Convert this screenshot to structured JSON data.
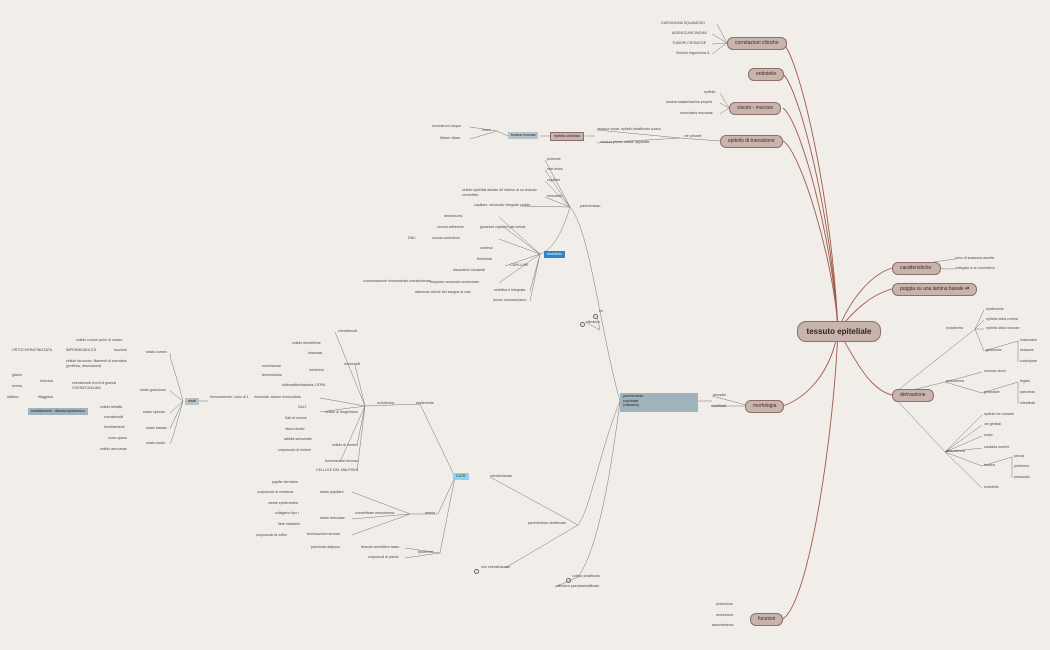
{
  "root": "tessuto epiteliale",
  "main": {
    "correlazioni": "correlazioni cliniche",
    "endotelio": "endotelio",
    "visceri": "visceri - mucose",
    "transizione": "epitelio di transizione",
    "caratteristiche": "caratteristiche:",
    "poggia": "poggia su una lamina basale",
    "derivazione": "derivazione",
    "morfologia": "morfologia",
    "funzioni": "funzioni"
  },
  "corr": [
    "CARCINOMA SQUAMOSO",
    "ADENOCARCINOMA",
    "TUMORI CROMOGE",
    "Sintomi ergonomia &"
  ],
  "visc": [
    "epitelio",
    "lamina basale/lamina propria",
    "muscolaris mucosae"
  ],
  "trans": {
    "vie": "vie urinarie",
    "vescica_v": "vescica vuota- epitelio stratificato cubico",
    "vescica_p": "vescica piena, cellule appiattite",
    "cilindrico": "epitelio cilindrico",
    "tonaca": "tonaca mucosa",
    "muco": "muco",
    "acqua": "mucinia e/o acque",
    "ciglia": "filtrare ciliare"
  },
  "car": [
    "privo di sostanza amorfa",
    "collegato a un connettivo"
  ],
  "der": {
    "ecto": "ectoderma",
    "ecto_items": [
      "epidermide",
      "epitelio della cornea",
      "epitelio della mucose"
    ],
    "ghiandole": "ghiandole",
    "ghi_items": [
      "mammarie",
      "sebacee",
      "sudoripare"
    ],
    "endo": "endoderma",
    "endo_items": [
      "mucose vicini",
      "ghiandole"
    ],
    "endo_ghi": [
      "fegato",
      "pancreas",
      "intestinali"
    ],
    "meso": "mesoderma",
    "meso_items": [
      "epitelio vie urinarie",
      "vie genitali",
      "ovaio",
      "cavità/la surreni",
      "tonaca",
      "endotelio"
    ],
    "tonaca_items": [
      "pleura",
      "peritoneo",
      "pericardio"
    ]
  },
  "morf": {
    "semplici": "semplici",
    "stratificati": "stratificati",
    "blue": "pavimentoso cuboidale (cilindrico)",
    "blue_lines": [
      "pavimentoso",
      "cuboidale",
      "(cilindrico)"
    ],
    "pavimentoso": "pavimentoso",
    "pav_items": [
      "polmone",
      "rete testis",
      "capillare",
      "mesotelio"
    ],
    "cellule_ep": "cellule epiteliali aiutate all' interno di un tessuto connettivo",
    "capillare_item": "capillare, sinusoidi, integrale cellule",
    "endotelio": "endotelio",
    "desmosomi": "desmosomi",
    "zonula": "zonula adherens",
    "giunzioni": "giunzioni capillare più cellule",
    "zonula_occ": "zonula occludens",
    "dnc": "DNC",
    "capillari": "CAPILLARI",
    "cap_items": [
      "continui",
      "fenestrati",
      "discontinui sinusoidi"
    ],
    "comunicazione": "comunicazione intraluminale-extraluminale",
    "trasporto": "trasporto vescicole-vescicolare",
    "selettiva": "selettiva e integrata",
    "adesione": "adesione cellule del sangue ai vasi",
    "lavoro": "lavoro meccanisismo",
    "cilindrico_s": "cilindrico",
    "es": "es",
    "pav_strat": "pavimentoso stratificato",
    "cheratinizzato": "cheratinizzato",
    "non_cher": "non cheratinizzato",
    "cubico": "cubico stratificato",
    "cil_pseudo": "cilindrico pseudostratificato"
  },
  "cute": {
    "cute": "CUTE",
    "epidermide": "epidermide",
    "derma": "derma",
    "ipoderma": "ipoderma",
    "ectoderma": "ectoderma",
    "cheratinociti": "cheratinociti",
    "melanociti": "melanociti",
    "mel_items": [
      "cellule dendritiche",
      "tirosinasi",
      "melanina",
      "eumelanina",
      "feomelanina",
      "diidrossifenilalanina, DOPA"
    ],
    "langerhans": "cellule di langerhans",
    "immunita": "immunità, azione monocitaria",
    "lang_items": [
      "SALT",
      "Sali di corone",
      "ribosi citolisi"
    ],
    "merkel": "cellule di merkel",
    "merk_items": [
      "attività sensoriale",
      "corpuscolo di merkel"
    ],
    "terminazioni": "terminazioni nervose",
    "malpighi": "CELLULE DEL MALPIGHI",
    "conn_meso": "connettivale mesoderma",
    "strato_pap": "strato papillare",
    "pap_items": [
      "papille dermiche",
      "corpuscolo di meissner",
      "creste epidermiche"
    ],
    "strato_ret": "strato reticolare",
    "ret_items": [
      "collageno tipo I",
      "fibre elastiche",
      "corpuscolo di ruffini"
    ],
    "term_nervose": "terminazioni nervose",
    "tessuto_conn": "tessuto connettivo lasso",
    "pannicolo": "pannicolo adiposo",
    "pacini": "corpuscoli di pacini"
  },
  "strati": {
    "strati": "strati",
    "intro": "rinnovamento / ciclo di 1",
    "corneo": "strato corneo",
    "corneo_items": [
      "cellule cornee prive di nucleo",
      "funzioni:",
      "IMPERMEABILITÀ",
      "cellule lacunose, filamenti di cheratina (profilina, desmosomi)"
    ],
    "ortocher": "ORTOCHERATINIZZATA",
    "granuloso": "strato granuloso",
    "gran_items": [
      "cheratinociti ricchi di granuli CHERATOIALINA",
      "loricrina",
      "filaggrina"
    ],
    "gran_left": [
      "glicine",
      "serina",
      "istidina"
    ],
    "spinoso": "strato spinoso",
    "spin_items": [
      "cellule tetraffa",
      "cheratinociti",
      "tonofilamenti"
    ],
    "basale": "strato basale",
    "lucido": "strato lucido",
    "luc_items": [
      "zona opaca",
      "cellule anucleate"
    ],
    "sbox": "tonofilamenti - diventa epidermico"
  },
  "funz": [
    "protezione",
    "secrezione",
    "assorbimento"
  ],
  "colors": {
    "node": "#c9b3ad",
    "border": "#8d6e69",
    "line": "#a0594b",
    "blue": "#9fb3bd",
    "cute": "#8ed3ec",
    "epitel": "#2e86c8"
  }
}
